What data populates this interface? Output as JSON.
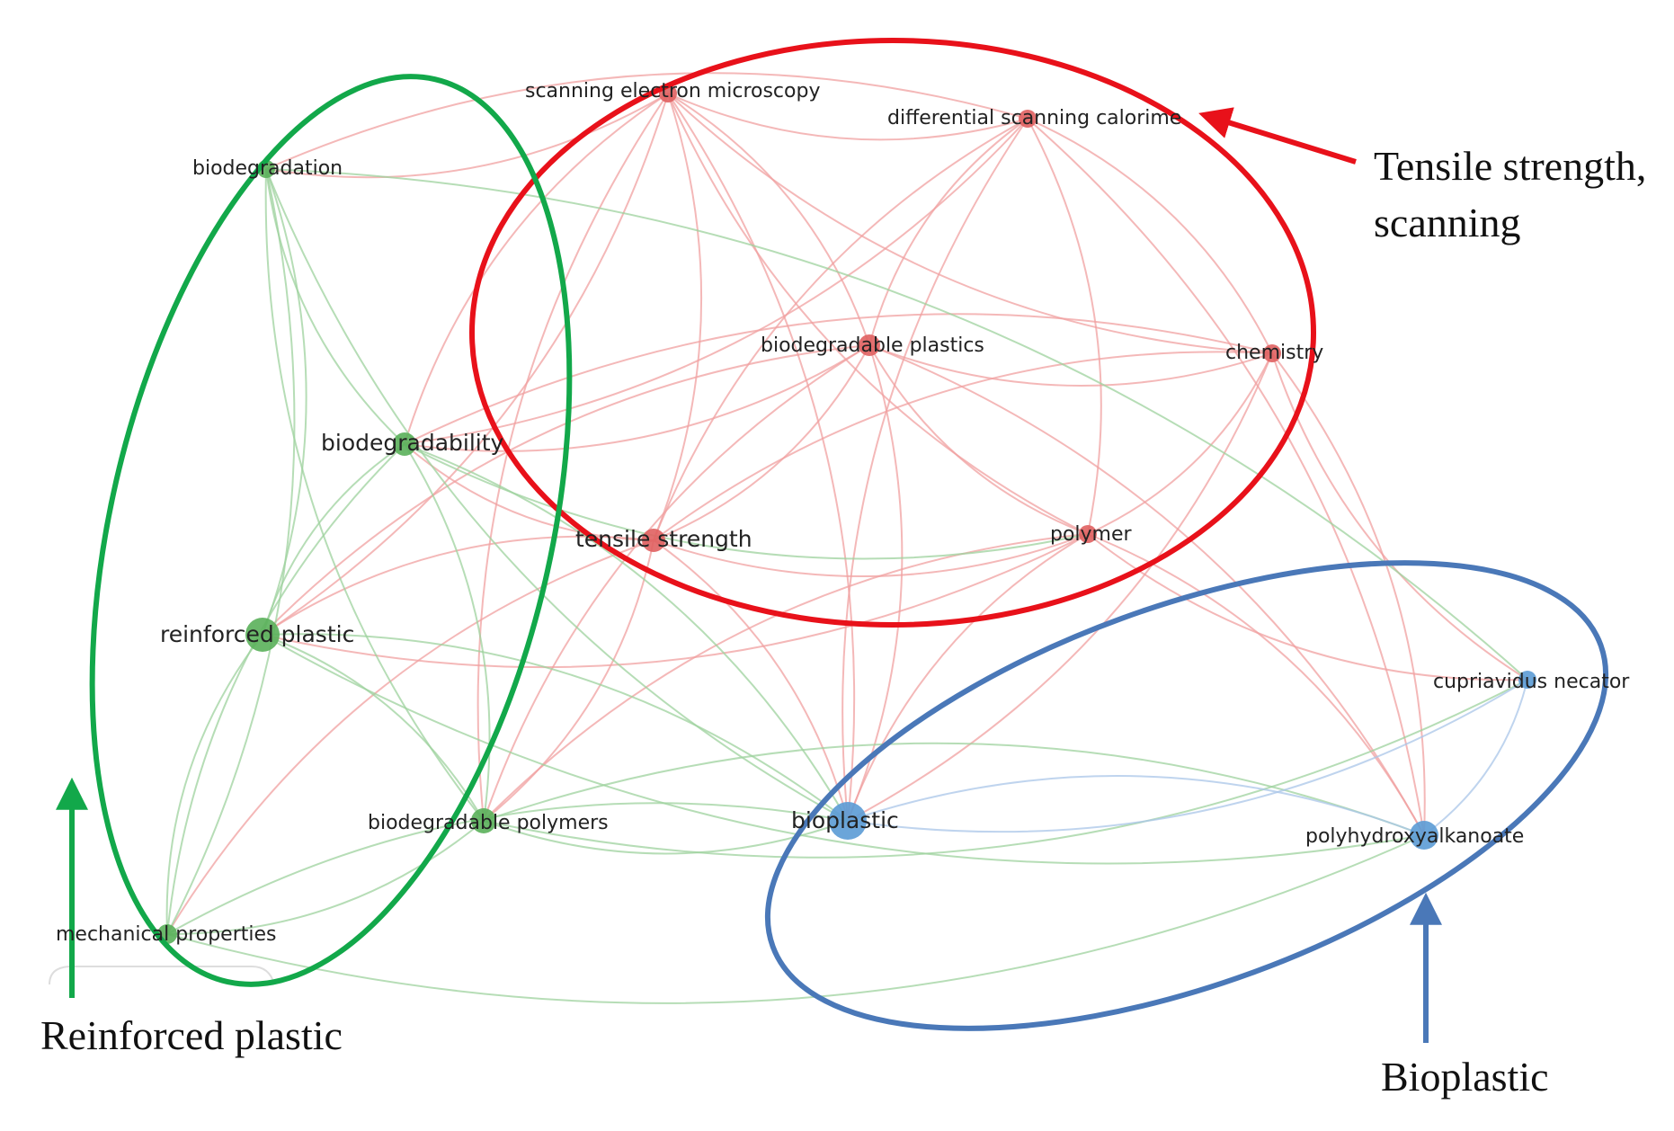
{
  "colors": {
    "red": "#e8111a",
    "green": "#12a84a",
    "blue": "#4a78b8",
    "node_red": "#e06060",
    "node_green": "#5ab05a",
    "node_blue": "#5b9bd5",
    "edge_red": "#f0a0a0",
    "edge_green": "#9ed29e",
    "edge_blue": "#a9c6e8"
  },
  "nodes": [
    {
      "id": "sem",
      "label": "scanning electron microscopy",
      "cluster": "red"
    },
    {
      "id": "dsc",
      "label": "differential scanning calorime",
      "cluster": "red"
    },
    {
      "id": "bioplastics",
      "label": "biodegradable plastics",
      "cluster": "red"
    },
    {
      "id": "chem",
      "label": "chemistry",
      "cluster": "red"
    },
    {
      "id": "tensile",
      "label": "tensile strength",
      "cluster": "red"
    },
    {
      "id": "polymer",
      "label": "polymer",
      "cluster": "red"
    },
    {
      "id": "biodegradation",
      "label": "biodegradation",
      "cluster": "green"
    },
    {
      "id": "biodegradability",
      "label": "biodegradability",
      "cluster": "green"
    },
    {
      "id": "reinforced",
      "label": "reinforced plastic",
      "cluster": "green"
    },
    {
      "id": "biopolymers",
      "label": "biodegradable polymers",
      "cluster": "green"
    },
    {
      "id": "mech",
      "label": "mechanical properties",
      "cluster": "green"
    },
    {
      "id": "bioplastic",
      "label": "bioplastic",
      "cluster": "blue"
    },
    {
      "id": "cupri",
      "label": "cupriavidus necator",
      "cluster": "blue"
    },
    {
      "id": "pha",
      "label": "polyhydroxyalkanoate",
      "cluster": "blue"
    }
  ],
  "annotations": {
    "red_line1": "Tensile strength,",
    "red_line2": "scanning",
    "green": "Reinforced plastic",
    "blue": "Bioplastic"
  }
}
